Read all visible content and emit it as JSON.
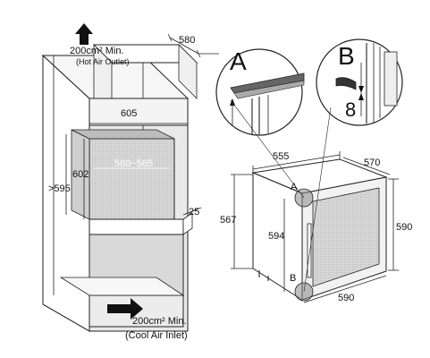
{
  "cabinet": {
    "vent_top_line1": "200cm² Min.",
    "vent_top_line2": "(Hot Air Outlet)",
    "vent_bottom_line1": "200cm² Min.",
    "vent_bottom_line2": "(Cool Air Inlet)",
    "dim_depth": "580",
    "dim_width": "605",
    "dim_opening": "560~565",
    "dim_height": "602",
    "dim_min_height": ">595",
    "dim_gap": "25"
  },
  "details": {
    "detail_a_letter": "A",
    "detail_b_letter": "B",
    "detail_b_dim": "8"
  },
  "appliance": {
    "dim_width": "555",
    "dim_depth": "570",
    "dim_height_left": "567",
    "dim_height_front": "594",
    "dim_height_right": "590",
    "dim_bottom_width": "590",
    "marker_a": "A",
    "marker_b": "B"
  }
}
